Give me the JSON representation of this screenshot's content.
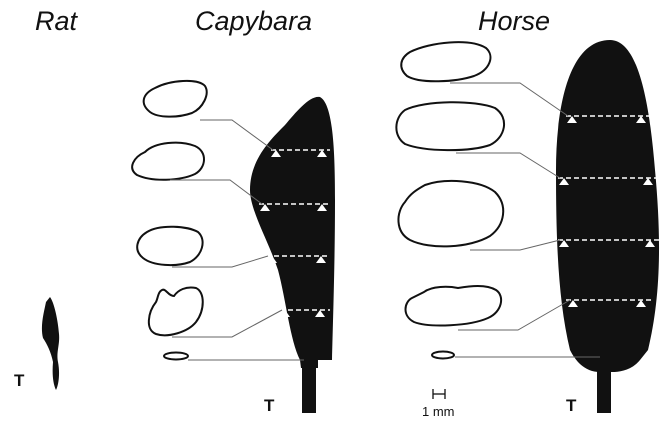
{
  "titles": {
    "rat": "Rat",
    "capybara": "Capybara",
    "horse": "Horse"
  },
  "labels": {
    "rat_tendon": "T",
    "capybara_tendon": "T",
    "horse_tendon": "T"
  },
  "scale_bar": {
    "label": "1 mm"
  },
  "colors": {
    "muscle_fill": "#111111",
    "outline": "#111111",
    "marker": "#ffffff"
  }
}
